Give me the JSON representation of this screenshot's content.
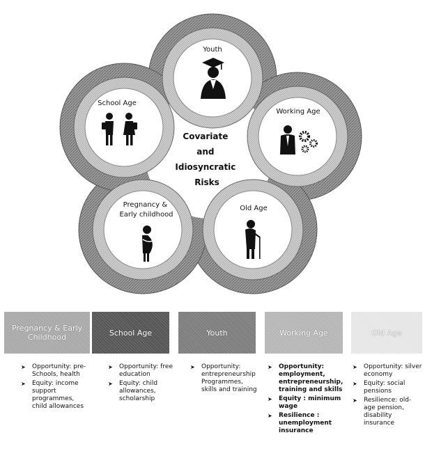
{
  "diagram": {
    "center_lines": [
      "Covariate",
      "and",
      "Idiosyncratic",
      "Risks"
    ],
    "nodes": [
      {
        "id": "youth",
        "label_lines": [
          "Youth"
        ],
        "icon": "graduate-icon"
      },
      {
        "id": "working",
        "label_lines": [
          "Working Age"
        ],
        "icon": "worker-gears-icon"
      },
      {
        "id": "old",
        "label_lines": [
          "Old Age"
        ],
        "icon": "elder-with-cane-icon"
      },
      {
        "id": "pregnancy",
        "label_lines": [
          "Pregnancy &",
          "Early childhood"
        ],
        "icon": "pregnant-woman-icon"
      },
      {
        "id": "school",
        "label_lines": [
          "School Age"
        ],
        "icon": "schoolchildren-icon"
      }
    ]
  },
  "stages": [
    {
      "label": "Pregnancy & Early Childhood",
      "color": "#a9a9a9"
    },
    {
      "label": "School Age",
      "color": "#555555"
    },
    {
      "label": "Youth",
      "color": "#7d7d7d"
    },
    {
      "label": "Working Age",
      "color": "#b6b6b6"
    },
    {
      "label": "Old Age",
      "color": "#e6e6e6"
    }
  ],
  "bullets": [
    [
      "Opportunity: pre-Schools, health",
      "Equity: income support programmes, child allowances"
    ],
    [
      "Opportunity: free education",
      "Equity: child allowances, scholarship"
    ],
    [
      "Opportunity: entrepreneurship Programmes, skills and training"
    ],
    [
      "Opportunity: employment, entrepreneurship, training and skills",
      "Equity : minimum wage",
      "Resilience : unemployment insurance"
    ],
    [
      "Opportunity: silver economy",
      "Equity: social pensions",
      "Resilience: old-age pension, disability insurance"
    ]
  ]
}
